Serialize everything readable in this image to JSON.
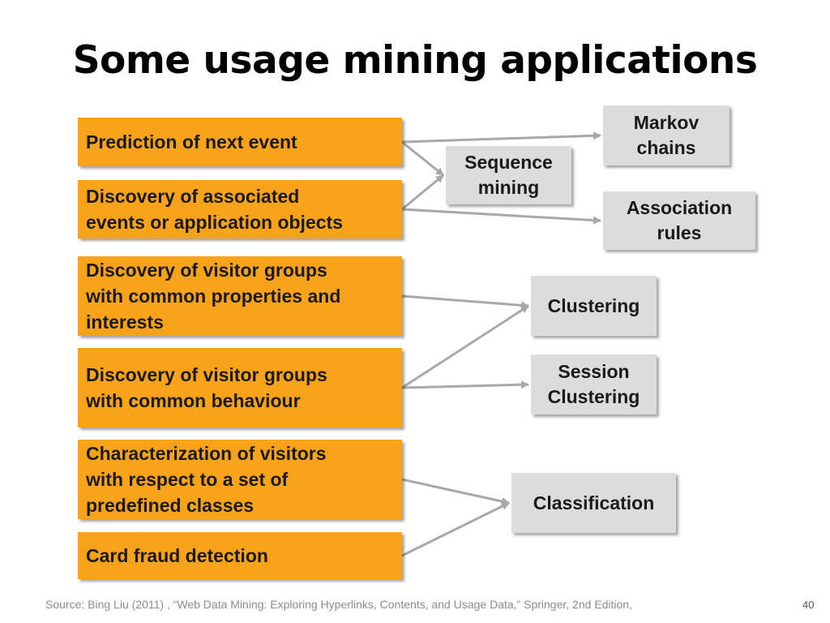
{
  "slide": {
    "title": "Some usage mining applications",
    "source": "Source: Bing Liu (2011) , “Web Data Mining: Exploring Hyperlinks, Contents, and Usage Data,” Springer, 2nd Edition,",
    "page_number": "40"
  },
  "colors": {
    "application_box": "#f9a31b",
    "technique_box": "#dcdcdc",
    "arrow": "#a8a8a8"
  },
  "applications": [
    {
      "id": "prediction",
      "label": "Prediction of next event"
    },
    {
      "id": "associated",
      "label": "Discovery of associated\nevents or application objects"
    },
    {
      "id": "visitor-properties",
      "label": "Discovery of visitor groups\nwith common properties and\ninterests"
    },
    {
      "id": "visitor-behaviour",
      "label": "Discovery of visitor groups\nwith common behaviour"
    },
    {
      "id": "characterization",
      "label": "Characterization of visitors\nwith respect to a set of\npredefined classes"
    },
    {
      "id": "card-fraud",
      "label": "Card fraud detection"
    }
  ],
  "techniques": [
    {
      "id": "markov",
      "label": "Markov\nchains"
    },
    {
      "id": "sequence",
      "label": "Sequence\nmining"
    },
    {
      "id": "association",
      "label": "Association\nrules"
    },
    {
      "id": "clustering",
      "label": "Clustering"
    },
    {
      "id": "session",
      "label": "Session\nClustering"
    },
    {
      "id": "classification",
      "label": "Classification"
    }
  ],
  "links": [
    {
      "from": "prediction",
      "to": "markov"
    },
    {
      "from": "prediction",
      "to": "sequence"
    },
    {
      "from": "associated",
      "to": "sequence"
    },
    {
      "from": "associated",
      "to": "association"
    },
    {
      "from": "visitor-properties",
      "to": "clustering"
    },
    {
      "from": "visitor-behaviour",
      "to": "clustering"
    },
    {
      "from": "visitor-behaviour",
      "to": "session"
    },
    {
      "from": "characterization",
      "to": "classification"
    },
    {
      "from": "card-fraud",
      "to": "classification"
    }
  ]
}
